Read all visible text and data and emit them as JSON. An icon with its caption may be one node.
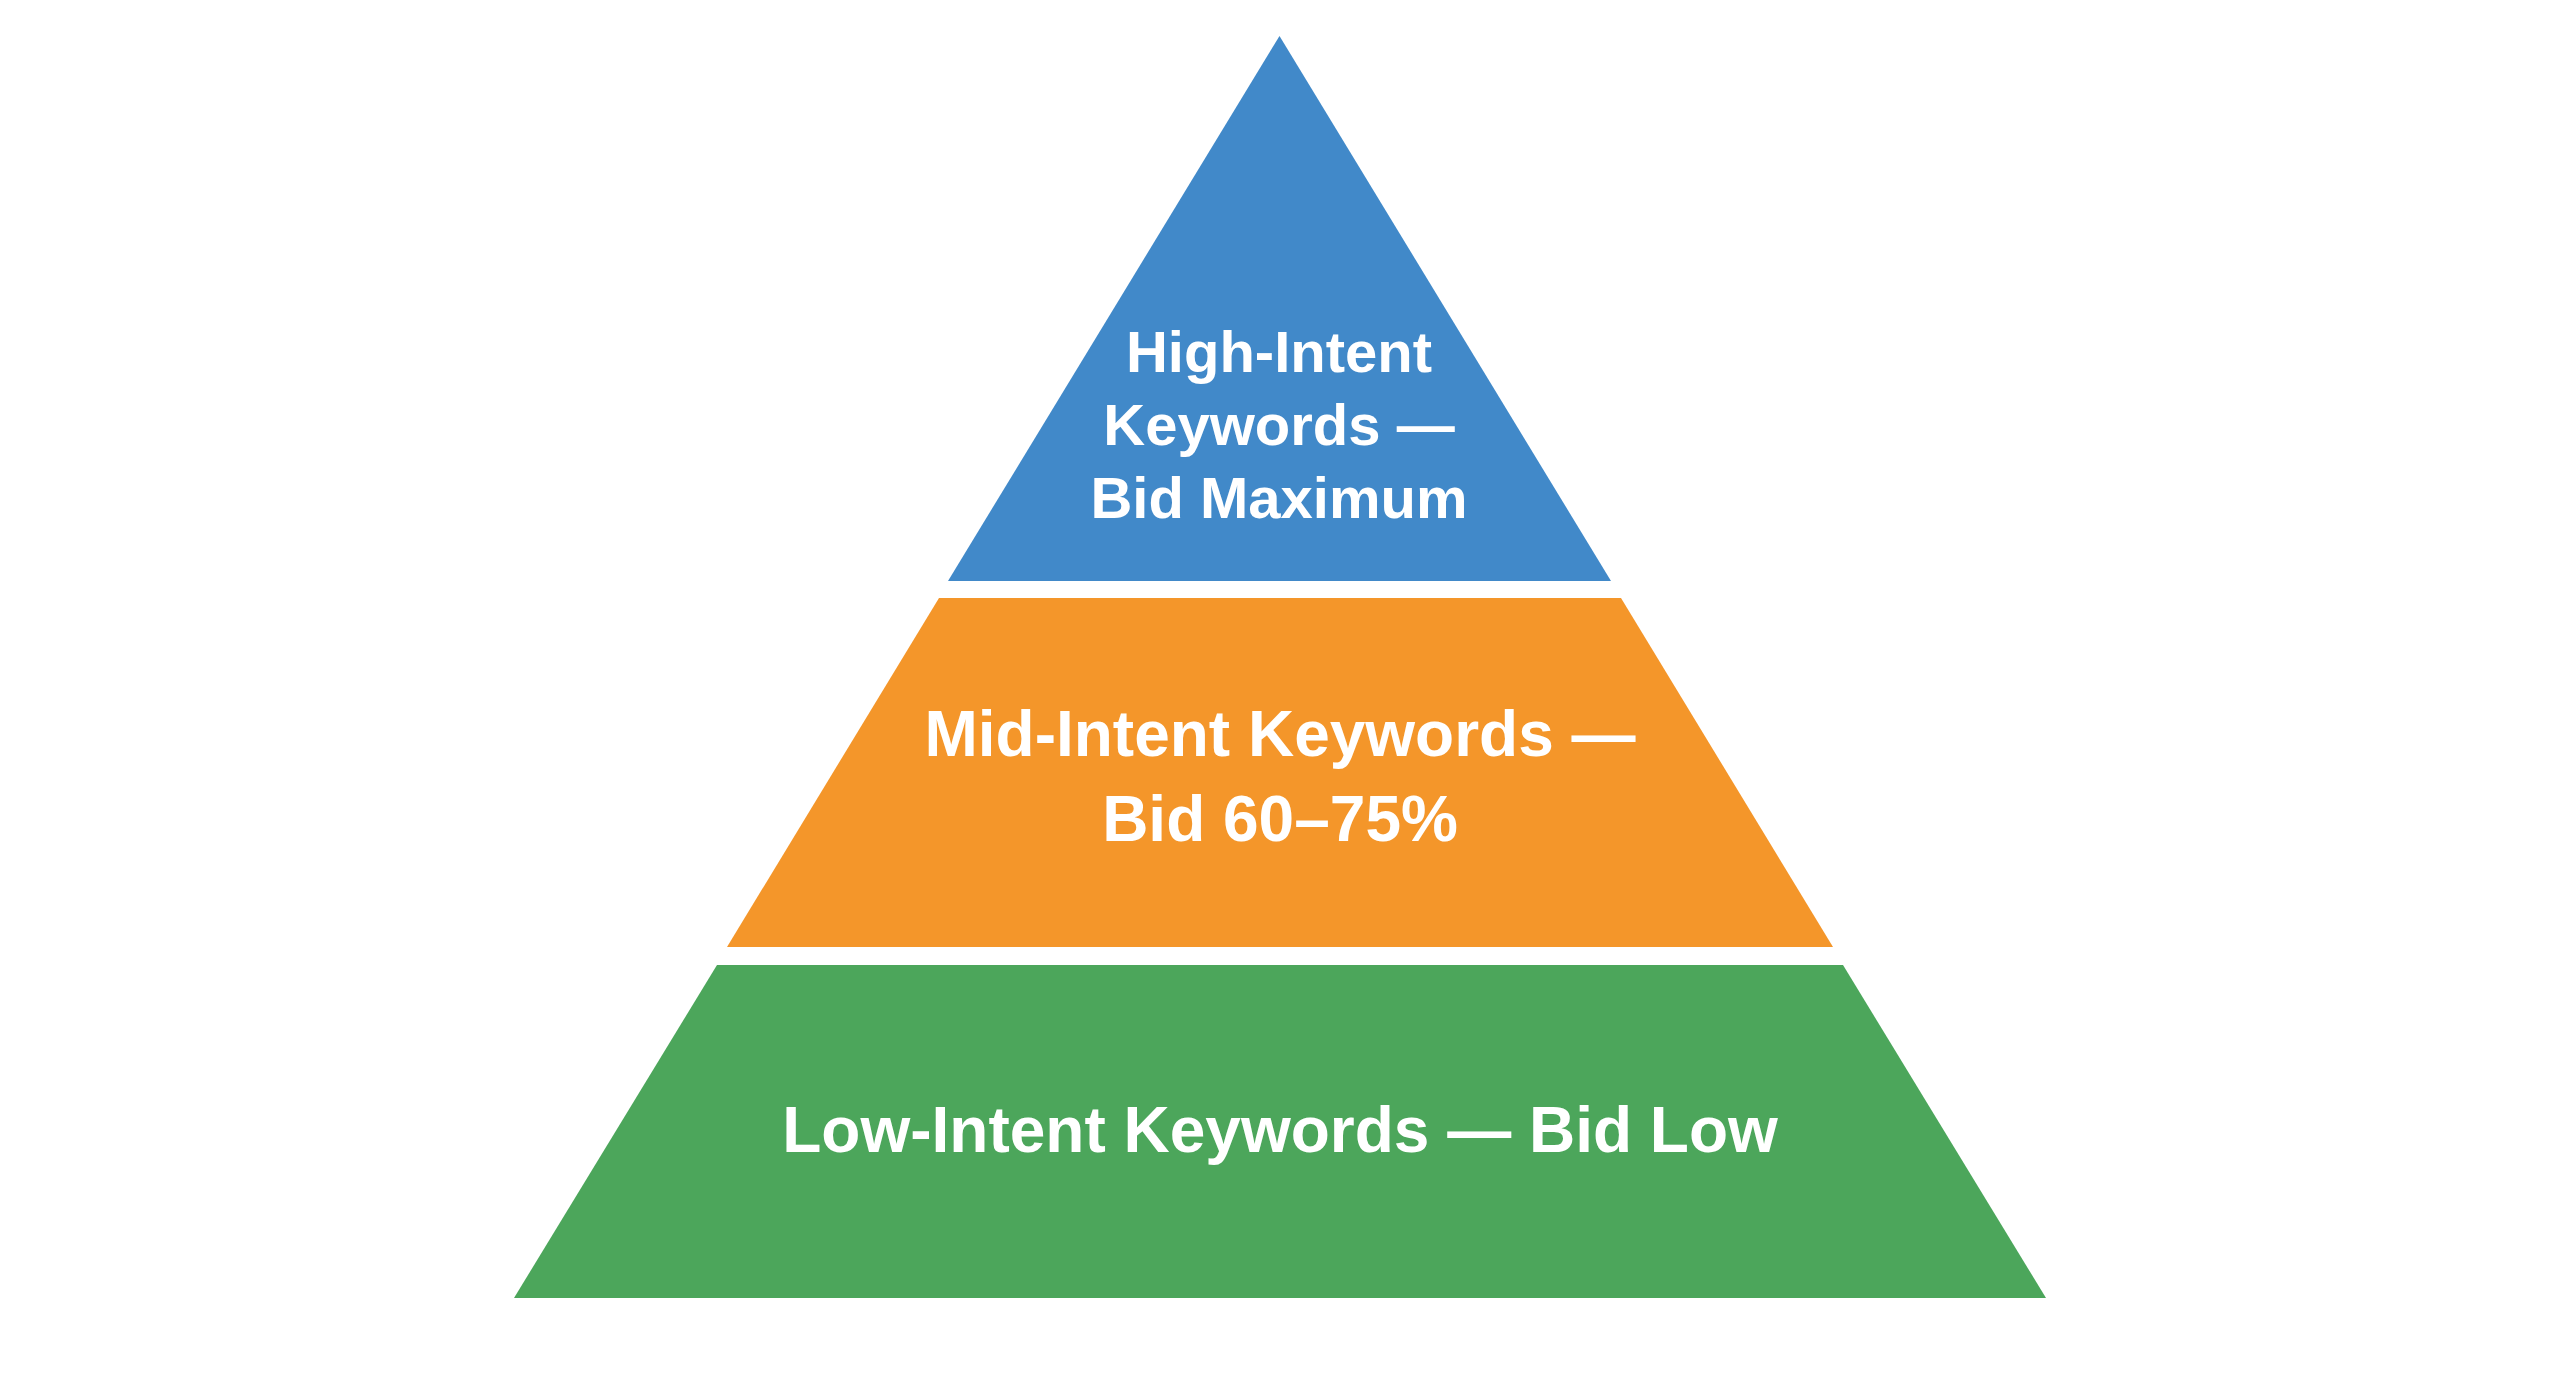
{
  "diagram": {
    "nodes": [
      {
        "text": [
          "High-Intent Keywords — Bid Maximum"
        ]
      },
      {
        "text": [
          "Mid-Intent Keywords — Bid 60–75%"
        ]
      },
      {
        "text": [
          "Low-Intent Keywords — Bid Low"
        ]
      }
    ]
  }
}
